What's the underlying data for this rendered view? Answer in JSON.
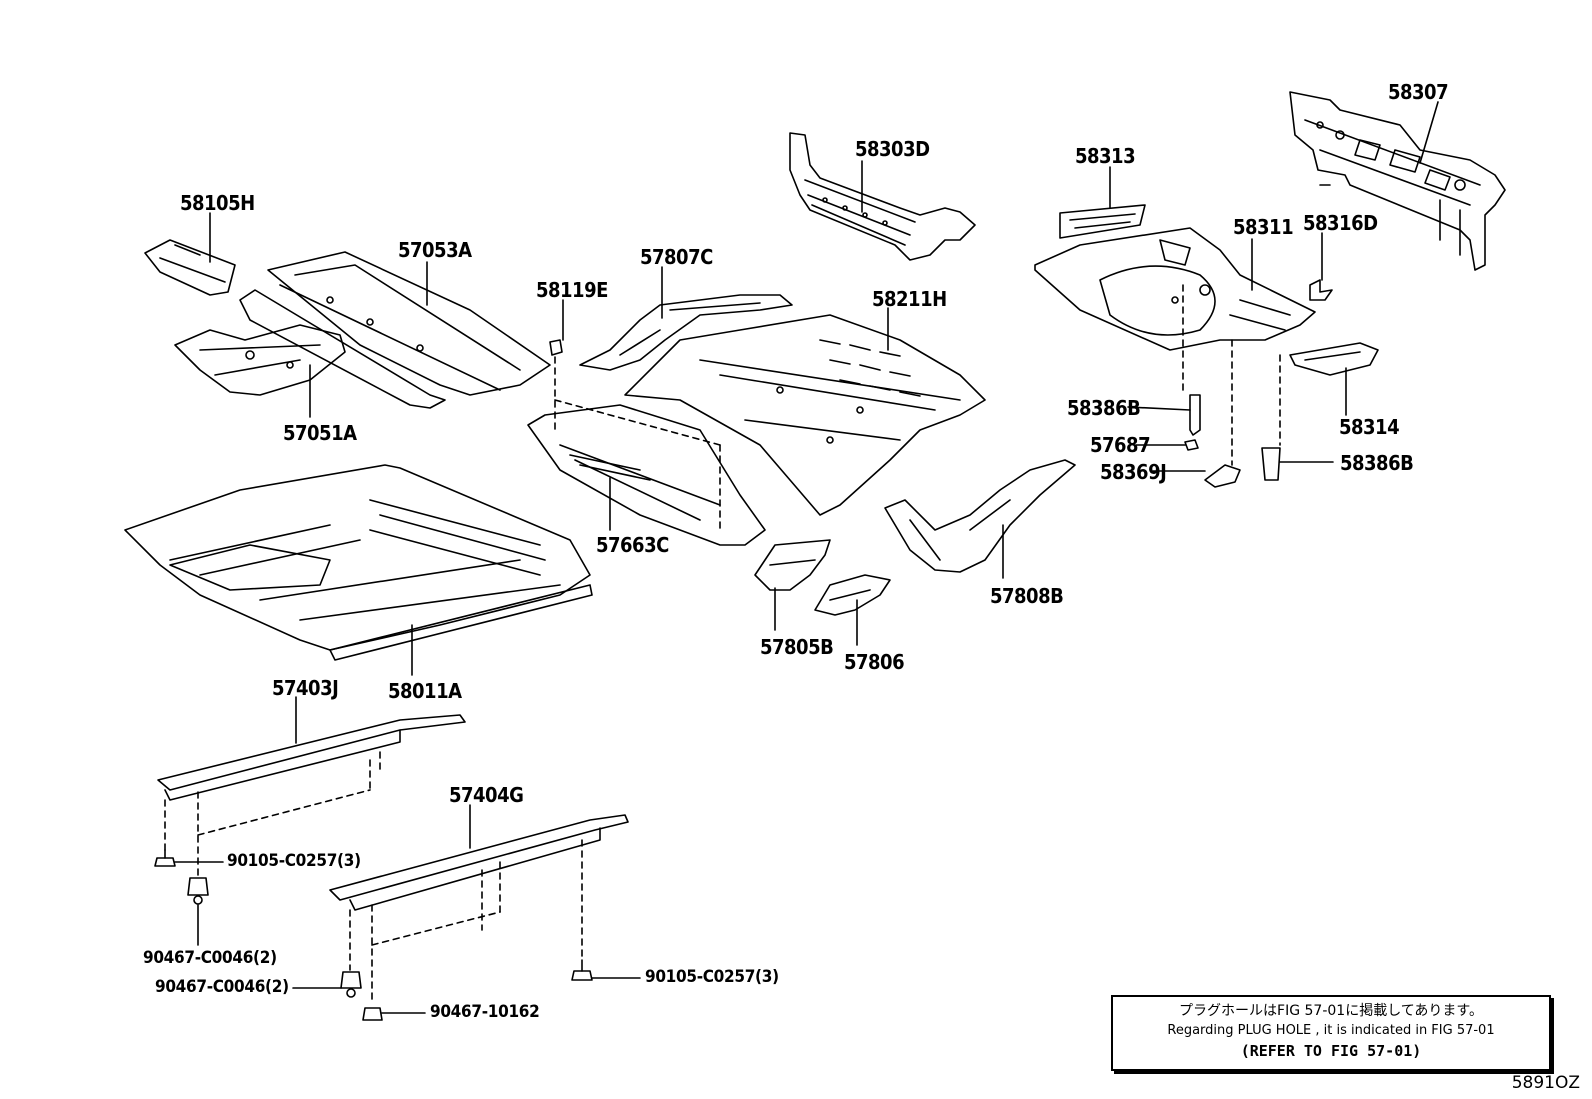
{
  "parts": [
    {
      "id": "p58307",
      "label": "58307"
    },
    {
      "id": "p58303D",
      "label": "58303D"
    },
    {
      "id": "p58313",
      "label": "58313"
    },
    {
      "id": "p58311",
      "label": "58311"
    },
    {
      "id": "p58316D",
      "label": "58316D"
    },
    {
      "id": "p58105H",
      "label": "58105H"
    },
    {
      "id": "p57053A",
      "label": "57053A"
    },
    {
      "id": "p57807C",
      "label": "57807C"
    },
    {
      "id": "p58119E",
      "label": "58119E"
    },
    {
      "id": "p58211H",
      "label": "58211H"
    },
    {
      "id": "p57051A",
      "label": "57051A"
    },
    {
      "id": "p58386B_1",
      "label": "58386B"
    },
    {
      "id": "p57687",
      "label": "57687"
    },
    {
      "id": "p58314",
      "label": "58314"
    },
    {
      "id": "p58369J",
      "label": "58369J"
    },
    {
      "id": "p58386B_2",
      "label": "58386B"
    },
    {
      "id": "p57663C",
      "label": "57663C"
    },
    {
      "id": "p57808B",
      "label": "57808B"
    },
    {
      "id": "p57805B",
      "label": "57805B"
    },
    {
      "id": "p57806",
      "label": "57806"
    },
    {
      "id": "p57403J",
      "label": "57403J"
    },
    {
      "id": "p58011A",
      "label": "58011A"
    },
    {
      "id": "p57404G",
      "label": "57404G"
    },
    {
      "id": "p90105a",
      "label": "90105-C0257(3)"
    },
    {
      "id": "p90467a",
      "label": "90467-C0046(2)"
    },
    {
      "id": "p90467b",
      "label": "90467-C0046(2)"
    },
    {
      "id": "p90105b",
      "label": "90105-C0257(3)"
    },
    {
      "id": "p90467c",
      "label": "90467-10162"
    }
  ],
  "note": {
    "jp": "プラグホールはFIG 57-01に掲載してあります。",
    "en": "Regarding PLUG HOLE , it is indicated in FIG 57-01",
    "ref": "(REFER TO FIG 57-01)"
  },
  "figure_code": "5891OZ"
}
